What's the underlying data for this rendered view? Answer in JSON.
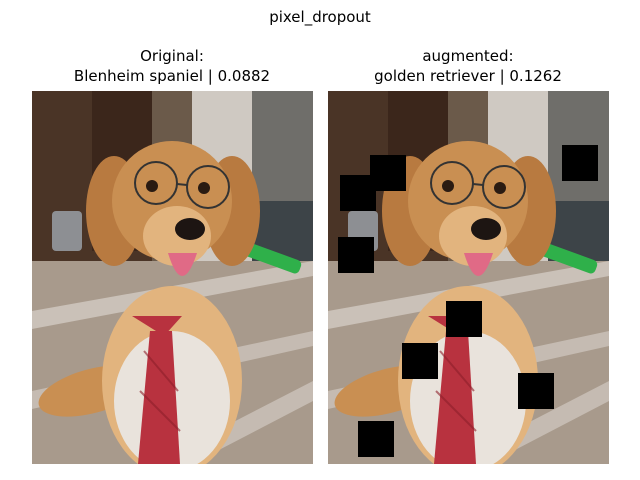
{
  "figure": {
    "suptitle": "pixel_dropout",
    "panels": [
      {
        "heading": "Original:",
        "prediction": "Blenheim spaniel | 0.0882",
        "image_subject": "golden retriever wearing glasses and a red tie"
      },
      {
        "heading": "augmented:",
        "prediction": "golden retriever | 0.1262",
        "image_subject": "golden retriever wearing glasses and a red tie with black dropout squares"
      }
    ]
  },
  "colors": {
    "fur": "#c98f52",
    "fur_light": "#e2b47e",
    "tie": "#b8323f",
    "floor": "#a89a8c",
    "dropout": "#000000"
  }
}
